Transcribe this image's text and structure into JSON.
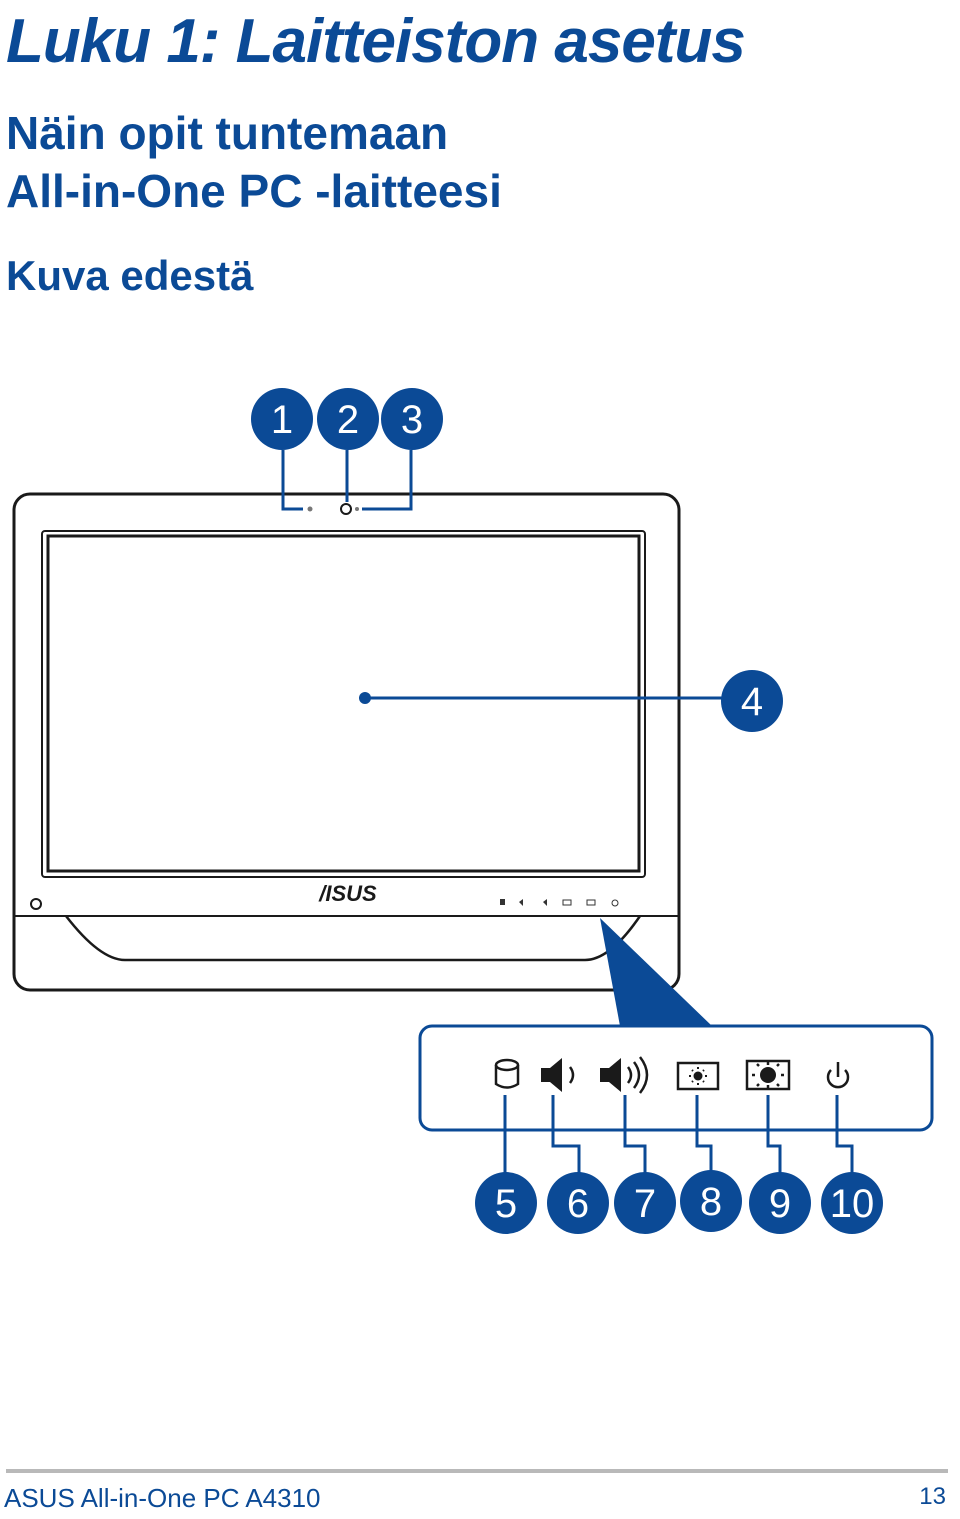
{
  "page": {
    "title": "Luku 1: Laitteiston asetus",
    "subtitle_line1": "Näin opit tuntemaan",
    "subtitle_line2": "All-in-One PC -laitteesi",
    "section": "Kuva edestä"
  },
  "figure": {
    "brand_logo": "/ISUS",
    "callouts": [
      "1",
      "2",
      "3",
      "4",
      "5",
      "6",
      "7",
      "8",
      "9",
      "10"
    ],
    "icons": [
      "hdd-activity-icon",
      "volume-down-icon",
      "volume-up-icon",
      "brightness-down-icon",
      "brightness-up-icon",
      "power-icon"
    ],
    "accent_color": "#0b4a96"
  },
  "footer": {
    "product": "ASUS All-in-One PC A4310",
    "page_number": "13"
  }
}
